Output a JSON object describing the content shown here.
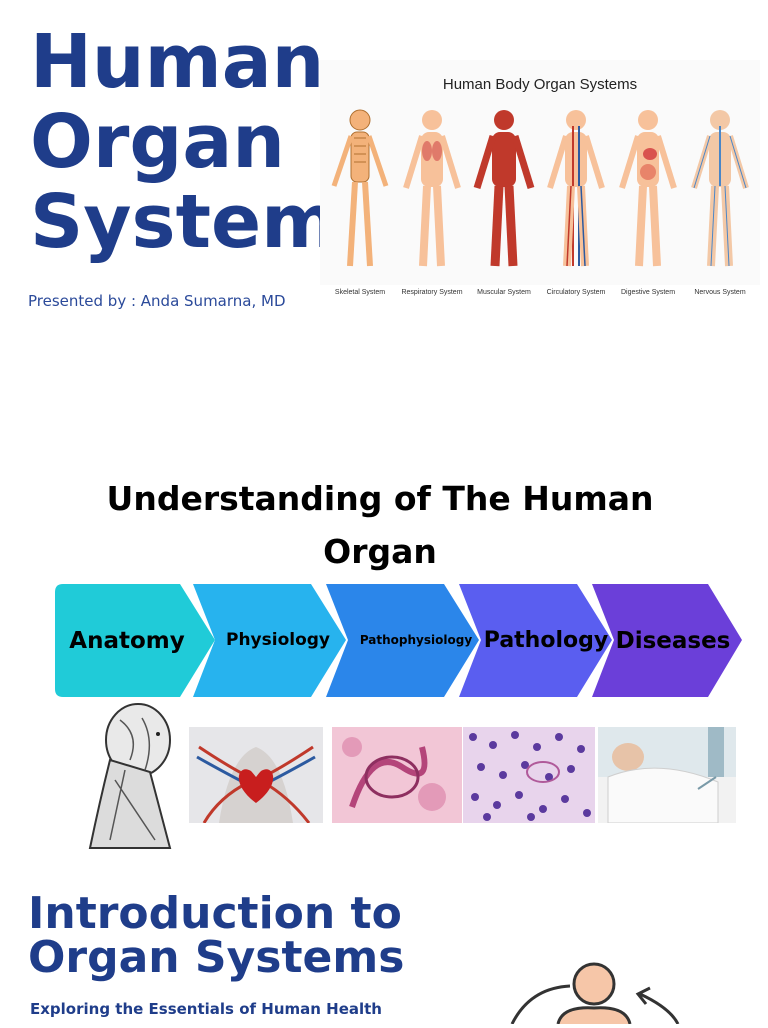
{
  "slide1": {
    "title_lines": [
      "Human",
      "Organ",
      "Systems"
    ],
    "presenter": "Presented by : Anda Sumarna, MD",
    "panel_title": "Human Body Organ Systems",
    "systems": [
      {
        "label": "Skeletal System",
        "color": "#f3b27a"
      },
      {
        "label": "Respiratory System",
        "color": "#f7c19a"
      },
      {
        "label": "Muscular System",
        "color": "#c0392b"
      },
      {
        "label": "Circulatory System",
        "color": "#f7c19a"
      },
      {
        "label": "Digestive System",
        "color": "#f7c19a"
      },
      {
        "label": "Nervous System",
        "color": "#f3c8a6"
      }
    ]
  },
  "slide2": {
    "heading": "Understanding of The Human Organ",
    "steps": [
      {
        "label": "Anatomy",
        "color": "#20cbd8"
      },
      {
        "label": "Physiology",
        "color": "#27b3ee"
      },
      {
        "label": "Pathophysiology",
        "color": "#2b86ea"
      },
      {
        "label": "Pathology",
        "color": "#5a5ef0"
      },
      {
        "label": "Diseases",
        "color": "#6b3fd9"
      }
    ]
  },
  "slide3": {
    "title_lines": [
      "Introduction to",
      "Organ Systems"
    ],
    "subtitle": "Exploring the Essentials of Human Health"
  }
}
